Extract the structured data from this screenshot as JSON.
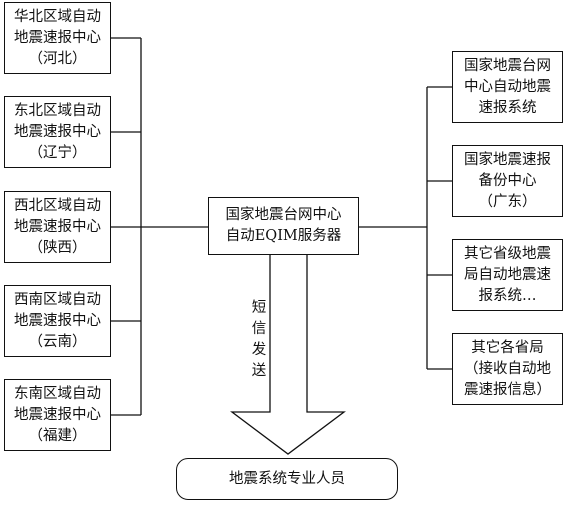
{
  "left_centers": [
    {
      "lines": [
        "华北区域自动",
        "地震速报中心",
        "（河北）"
      ]
    },
    {
      "lines": [
        "东北区域自动",
        "地震速报中心",
        "（辽宁）"
      ]
    },
    {
      "lines": [
        "西北区域自动",
        "地震速报中心",
        "（陕西）"
      ]
    },
    {
      "lines": [
        "西南区域自动",
        "地震速报中心",
        "（云南）"
      ]
    },
    {
      "lines": [
        "东南区域自动",
        "地震速报中心",
        "（福建）"
      ]
    }
  ],
  "center_server": {
    "lines": [
      "国家地震台网中心",
      "自动EQIM服务器"
    ]
  },
  "right_systems": [
    {
      "lines": [
        "国家地震台网",
        "中心自动地震",
        "速报系统"
      ]
    },
    {
      "lines": [
        "国家地震速报",
        "备份中心",
        "（广东）"
      ]
    },
    {
      "lines": [
        "其它省级地震",
        "局自动地震速",
        "报系统…"
      ]
    },
    {
      "lines": [
        "其它各省局",
        "（接收自动地",
        "震速报信息）"
      ]
    }
  ],
  "sms_label": [
    "短",
    "信",
    "发",
    "送"
  ],
  "bottom_box": {
    "label": "地震系统专业人员"
  }
}
